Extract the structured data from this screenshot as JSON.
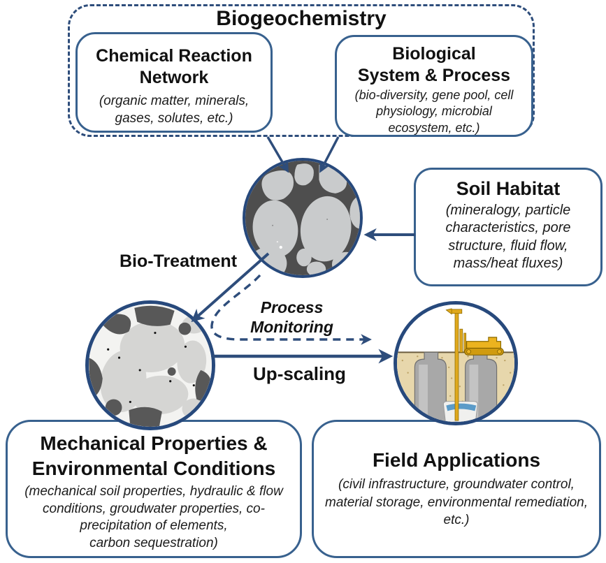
{
  "biogeochemistry": {
    "title": "Biogeochemistry",
    "chemical_box": {
      "title_lines": [
        "Chemical Reaction",
        "Network"
      ],
      "subtitle_lines": [
        "(organic matter, minerals,",
        "gases, solutes, etc.)"
      ]
    },
    "biological_box": {
      "title_lines": [
        "Biological",
        "System & Process"
      ],
      "subtitle_lines": [
        "(bio-diversity, gene pool, cell",
        "physiology, microbial",
        "ecosystem, etc.)"
      ]
    }
  },
  "soil_habitat_box": {
    "title": "Soil Habitat",
    "subtitle_lines": [
      "(mineralogy, particle",
      "characteristics, pore",
      "structure, fluid flow,",
      "mass/heat fluxes)"
    ]
  },
  "labels": {
    "bio_treatment": "Bio-Treatment",
    "process_monitoring_lines": [
      "Process",
      "Monitoring"
    ],
    "up_scaling": "Up-scaling"
  },
  "mechanical_box": {
    "title_lines": [
      "Mechanical Properties &",
      "Environmental Conditions"
    ],
    "subtitle_lines": [
      "(mechanical soil properties, hydraulic & flow",
      "conditions, groudwater properties, co-",
      "precipitation of elements,",
      "carbon sequestration)"
    ]
  },
  "field_box": {
    "title": "Field Applications",
    "subtitle_lines": [
      "(civil infrastructure, groundwater control,",
      "material storage, environmental remediation,",
      "etc.)"
    ]
  },
  "images": {
    "untreated_soil": "untreated-soil-micrograph",
    "treated_soil": "bio-treated-soil-micrograph",
    "field_rig": "field-ground-improvement-illustration"
  },
  "colors": {
    "box_border": "#38618e",
    "dashed_border": "#2e4d7b",
    "arrow": "#2e4d7b",
    "circle_border": "#27497c",
    "text": "#111111",
    "sand": "#e7d7ac",
    "rig_yellow": "#e5ad1e",
    "column_gray": "#a8a8a8",
    "water_blue": "#5b9bc8"
  }
}
